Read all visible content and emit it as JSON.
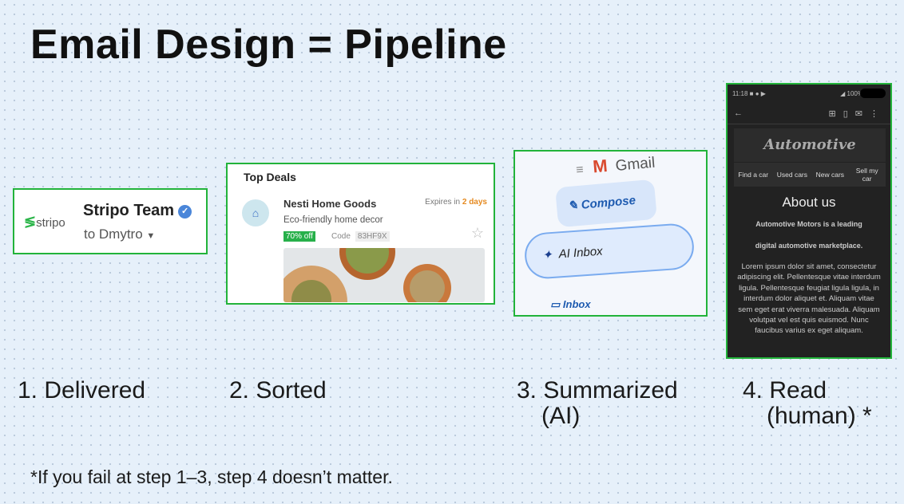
{
  "title": "Email Design = Pipeline",
  "accent_color": "#22b33a",
  "steps": [
    {
      "label": "1. Delivered"
    },
    {
      "label": "2. Sorted"
    },
    {
      "label": "3. Summarized",
      "label2": "(AI)"
    },
    {
      "label": "4. Read",
      "label2": "(human) *"
    }
  ],
  "footnote": "*If you fail at step 1–3, step 4 doesn’t matter.",
  "delivered": {
    "logo": "stripo",
    "sender": "Stripo Team",
    "verified_icon": "verified-badge-icon",
    "recipient": "to Dmytro"
  },
  "sorted": {
    "section": "Top Deals",
    "shop": "Nesti Home Goods",
    "expires_prefix": "Expires in",
    "expires_value": "2 days",
    "description": "Eco-friendly home decor",
    "discount": "70% off",
    "code_label": "Code",
    "code": "83HF9X"
  },
  "summarized": {
    "app": "Gmail",
    "compose": "Compose",
    "ai_inbox": "AI Inbox",
    "inbox": "Inbox"
  },
  "read": {
    "time": "11:18",
    "status": "100%",
    "brand": "Automotive",
    "nav": [
      "Find a car",
      "Used cars",
      "New cars",
      "Sell my car"
    ],
    "heading": "About us",
    "lead1": "Automotive Motors is a leading",
    "lead2": "digital automotive marketplace.",
    "body": "Lorem ipsum dolor sit amet, consectetur adipiscing elit. Pellentesque vitae interdum ligula. Pellentesque feugiat ligula ligula, in interdum dolor aliquet et. Aliquam vitae sem eget erat viverra malesuada. Aliquam volutpat vel est quis euismod. Nunc faucibus varius ex eget aliquam."
  }
}
